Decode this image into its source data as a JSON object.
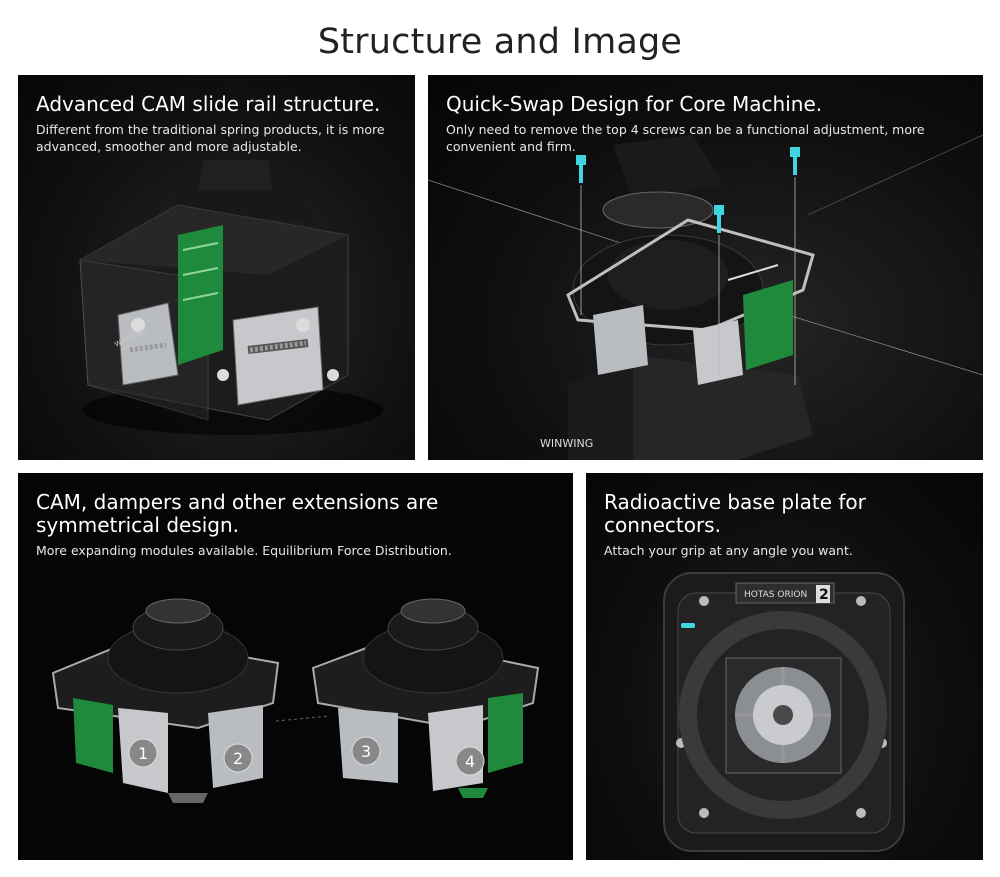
{
  "page": {
    "title": "Structure and Image"
  },
  "panels": [
    {
      "heading": "Advanced CAM slide rail structure.",
      "description": "Different from the traditional spring products, it is more advanced, smoother and more adjustable."
    },
    {
      "heading": "Quick-Swap Design for Core Machine.",
      "description": "Only need to remove the top 4 screws can be a functional adjustment, more convenient and firm."
    },
    {
      "heading": "CAM, dampers and other extensions are symmetrical design.",
      "description": "More expanding modules available. Equilibrium Force Distribution.",
      "module_numbers": [
        "1",
        "2",
        "3",
        "4"
      ]
    },
    {
      "heading": "Radioactive base plate for connectors.",
      "description": "Attach your grip at any angle you want.",
      "plate_label": "HOTAS ORION",
      "plate_number": "2"
    }
  ],
  "illustration_labels": {
    "panel1_module": "WINWING",
    "panel2_base": "WINWING"
  },
  "colors": {
    "background": "#ffffff",
    "title_text": "#222222",
    "panel_bg": "#0a0a0a",
    "panel_text": "#ffffff",
    "pcb_green": "#1f8a3c",
    "screw_cyan": "#3fd6e0",
    "metal": "#b9bcc0"
  }
}
